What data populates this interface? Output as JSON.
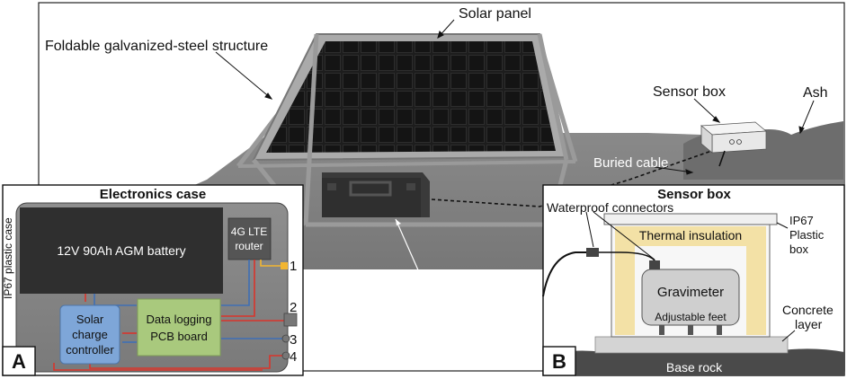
{
  "main": {
    "solar_panel": "Solar panel",
    "structure": "Foldable galvanized-steel structure",
    "sensor_box": "Sensor box",
    "ash": "Ash",
    "buried_cable": "Buried cable",
    "electronics_case": "Electronics case"
  },
  "panel_a": {
    "letter": "A",
    "title": "Electronics case",
    "side_label": "IP67 plastic case",
    "battery": "12V 90Ah AGM battery",
    "router_line1": "4G LTE",
    "router_line2": "router",
    "charge_line1": "Solar",
    "charge_line2": "charge",
    "charge_line3": "controller",
    "pcb_line1": "Data logging",
    "pcb_line2": "PCB board",
    "port_1": "1",
    "port_2": "2",
    "port_3": "3",
    "port_4": "4"
  },
  "panel_b": {
    "letter": "B",
    "title": "Sensor box",
    "waterproof": "Waterproof connectors",
    "thermal": "Thermal insulation",
    "ip67_line1": "IP67",
    "ip67_line2": "Plastic",
    "ip67_line3": "box",
    "gravimeter": "Gravimeter",
    "feet": "Adjustable feet",
    "concrete_line1": "Concrete",
    "concrete_line2": "layer",
    "base_rock": "Base rock"
  },
  "colors": {
    "battery": "#2f2f2f",
    "charge_controller": "#7ea6d8",
    "pcb": "#a9c97d",
    "insulation": "#f3e1a6",
    "wire_red": "#d9342b",
    "wire_blue": "#3f6fb5",
    "wire_yellow": "#f2b632"
  }
}
